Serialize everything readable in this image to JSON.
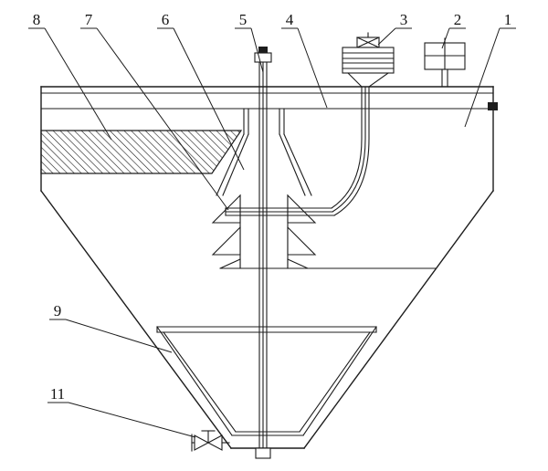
{
  "figure": {
    "type": "engineering-line-drawing",
    "colors": {
      "background": "#ffffff",
      "line": "#1d1d1d",
      "label": "#111111"
    }
  },
  "callouts": [
    {
      "text": "8"
    },
    {
      "text": "7"
    },
    {
      "text": "6"
    },
    {
      "text": "5"
    },
    {
      "text": "4"
    },
    {
      "text": "3"
    },
    {
      "text": "2"
    },
    {
      "text": "1"
    },
    {
      "text": "9"
    },
    {
      "text": "11"
    }
  ]
}
